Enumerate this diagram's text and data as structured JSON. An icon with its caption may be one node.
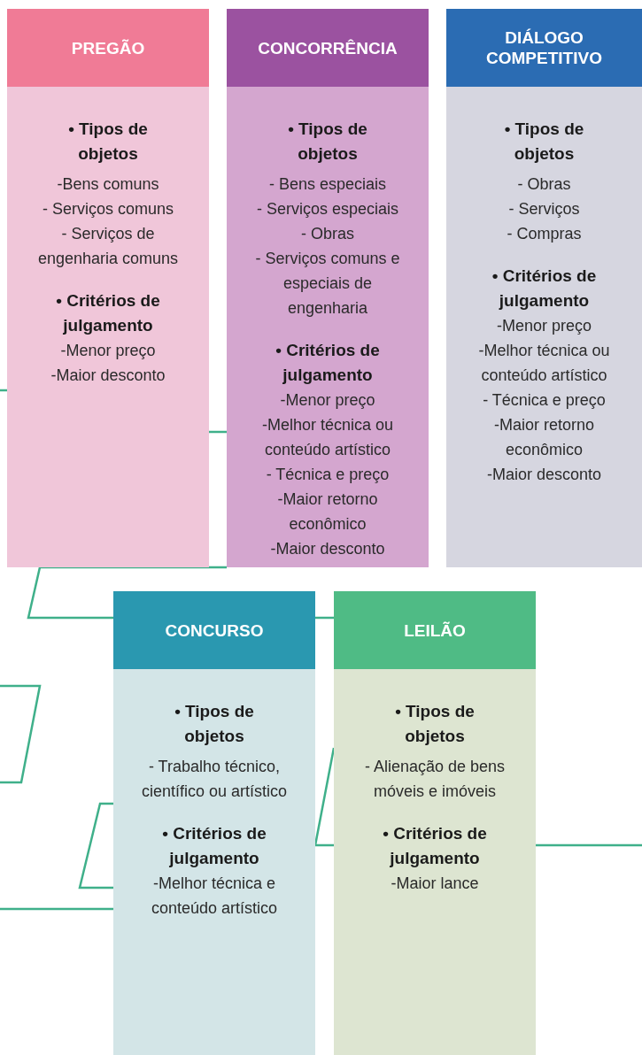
{
  "diagram": {
    "nodes": [
      {
        "text": [
          "PREGÃO"
        ]
      },
      {
        "text": [
          "• Tipos de objetos",
          "-Bens comuns",
          "- Serviços comuns",
          "- Serviços de engenharia comuns",
          "• Critérios de julgamento",
          "-Menor preço",
          "-Maior desconto"
        ]
      },
      {
        "text": [
          "CONCORRÊNCIA"
        ]
      },
      {
        "text": [
          "• Tipos de objetos",
          "- Bens especiais",
          "- Serviços especiais",
          "- Obras",
          "- Serviços comuns e especiais de engenharia",
          "• Critérios de julgamento",
          "-Menor preço",
          "-Melhor técnica ou conteúdo artístico",
          "- Técnica e preço",
          "-Maior retorno econômico",
          "-Maior desconto"
        ]
      },
      {
        "text": [
          "DIÁLOGO COMPETITIVO"
        ]
      },
      {
        "text": [
          "• Tipos de objetos",
          "- Obras",
          "- Serviços",
          "- Compras",
          "• Critérios de julgamento",
          "-Menor preço",
          "-Melhor técnica ou conteúdo artístico",
          "- Técnica e preço",
          "-Maior retorno econômico",
          "-Maior desconto"
        ]
      },
      {
        "text": [
          "CONCURSO"
        ]
      },
      {
        "text": [
          "• Tipos de objetos",
          "- Trabalho técnico, científico ou artístico",
          "• Critérios de julgamento",
          "-Melhor técnica e conteúdo artístico"
        ]
      },
      {
        "text": [
          "LEILÃO"
        ]
      },
      {
        "text": [
          "• Tipos de objetos",
          "- Alienação de bens móveis e imóveis",
          "• Critérios de julgamento",
          "-Maior lance"
        ]
      }
    ]
  }
}
